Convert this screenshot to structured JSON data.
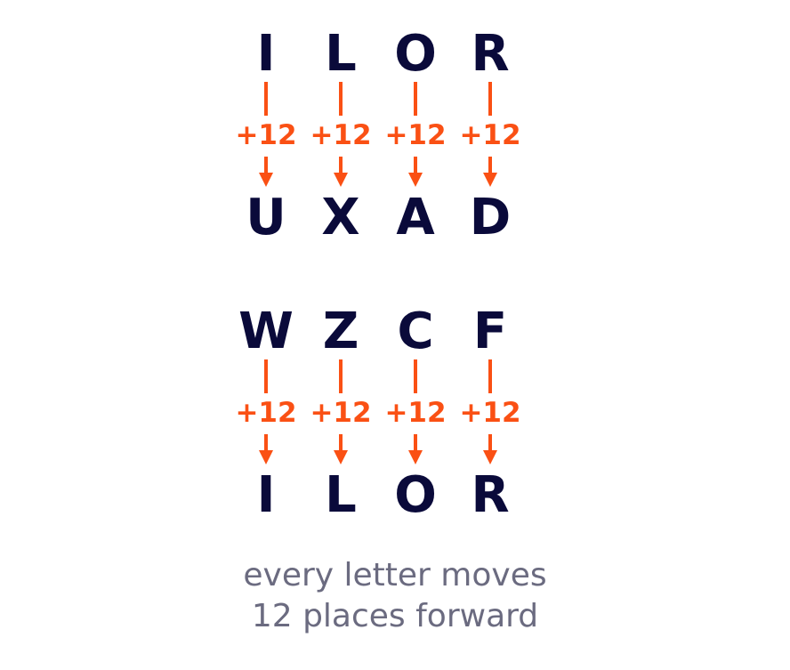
{
  "colors": {
    "letter": "#0a0a3a",
    "accent": "#fa5014",
    "caption": "#6b6b80"
  },
  "examples": [
    {
      "input": [
        "I",
        "L",
        "O",
        "R"
      ],
      "shift": [
        "+12",
        "+12",
        "+12",
        "+12"
      ],
      "output": [
        "U",
        "X",
        "A",
        "D"
      ]
    },
    {
      "input": [
        "W",
        "Z",
        "C",
        "F"
      ],
      "shift": [
        "+12",
        "+12",
        "+12",
        "+12"
      ],
      "output": [
        "I",
        "L",
        "O",
        "R"
      ]
    }
  ],
  "caption": {
    "line1": "every letter moves",
    "line2": "12 places forward"
  }
}
